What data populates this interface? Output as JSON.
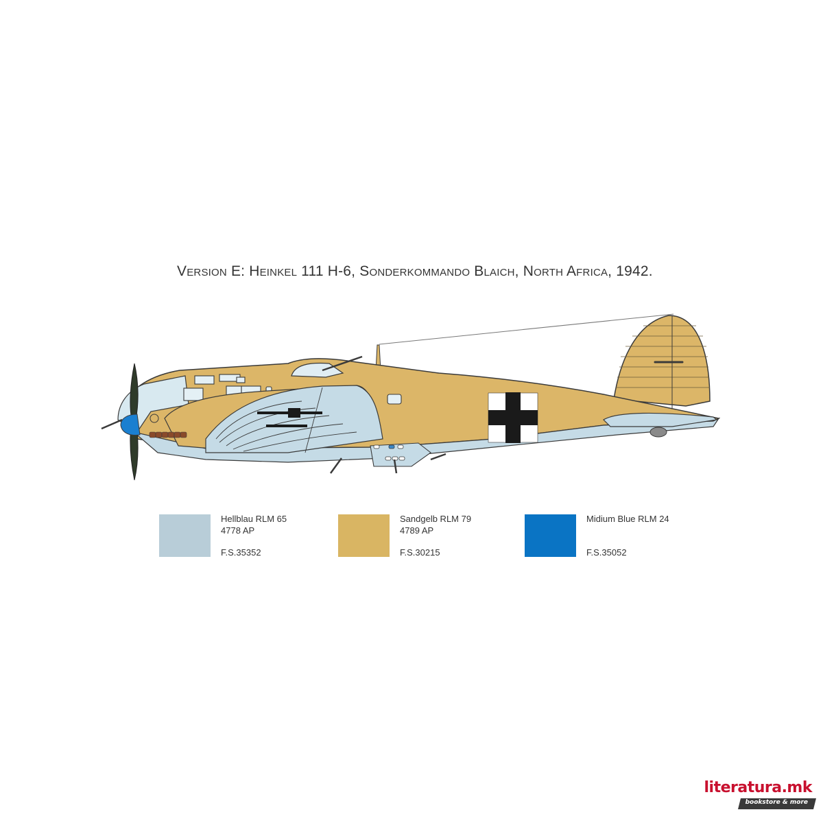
{
  "title": {
    "text": "Version E: Heinkel 111 H-6, Sonderkommando Blaich, North Africa, 1942."
  },
  "aircraft": {
    "name": "Heinkel 111 H-6",
    "view": "left side profile",
    "colors": {
      "upper": "#dcb668",
      "lower": "#c5dbe6",
      "spinner": "#1a7fd0",
      "propeller": "#2f3b2a",
      "outline": "#3a3a3a",
      "exhaust": "#8a4a2a",
      "cross_black": "#1a1a1a",
      "cross_white": "#ffffff"
    }
  },
  "swatches": [
    {
      "name": "Hellblau RLM 65",
      "code": "4778 AP",
      "fs": "F.S.35352",
      "color": "#b8cdd8"
    },
    {
      "name": "Sandgelb RLM 79",
      "code": "4789 AP",
      "fs": "F.S.30215",
      "color": "#d9b563"
    },
    {
      "name": "Midium Blue RLM 24",
      "code": "",
      "fs": "F.S.35052",
      "color": "#0a74c4"
    }
  ],
  "watermark": {
    "brand": "literatura.mk",
    "tagline": "bookstore & more",
    "brand_color": "#c8102e",
    "tag_bg": "#3a3a3a"
  }
}
